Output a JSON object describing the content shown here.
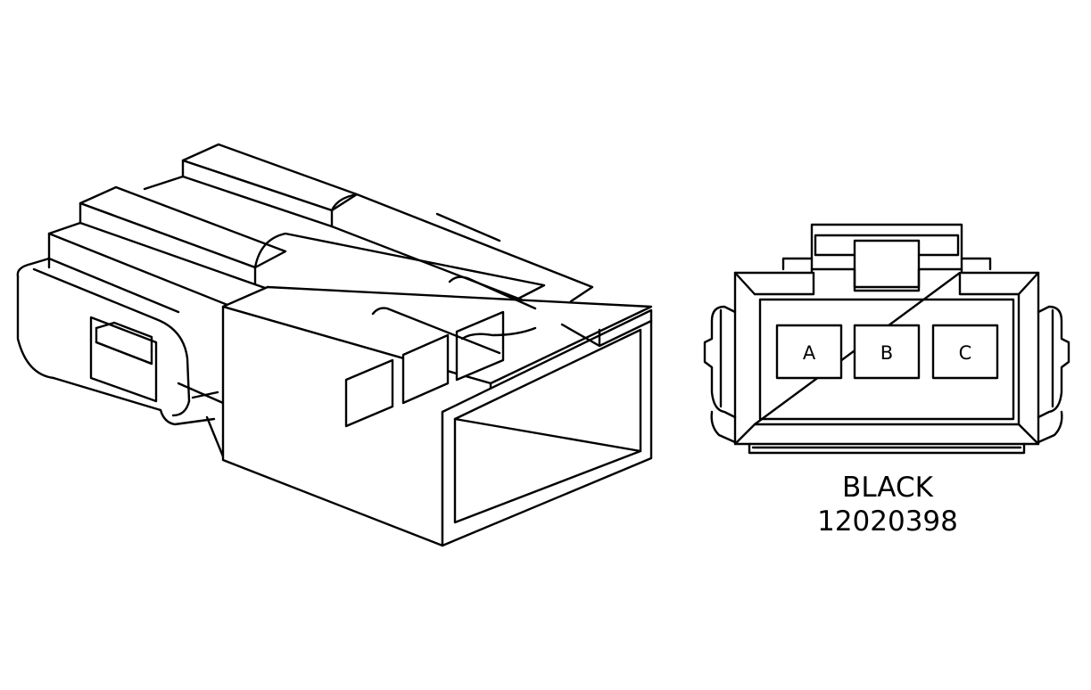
{
  "connector": {
    "color_label": "BLACK",
    "part_number": "12020398",
    "terminals": [
      {
        "label": "A"
      },
      {
        "label": "B"
      },
      {
        "label": "C"
      }
    ]
  },
  "colors": {
    "line": "#000000",
    "background": "#ffffff"
  }
}
